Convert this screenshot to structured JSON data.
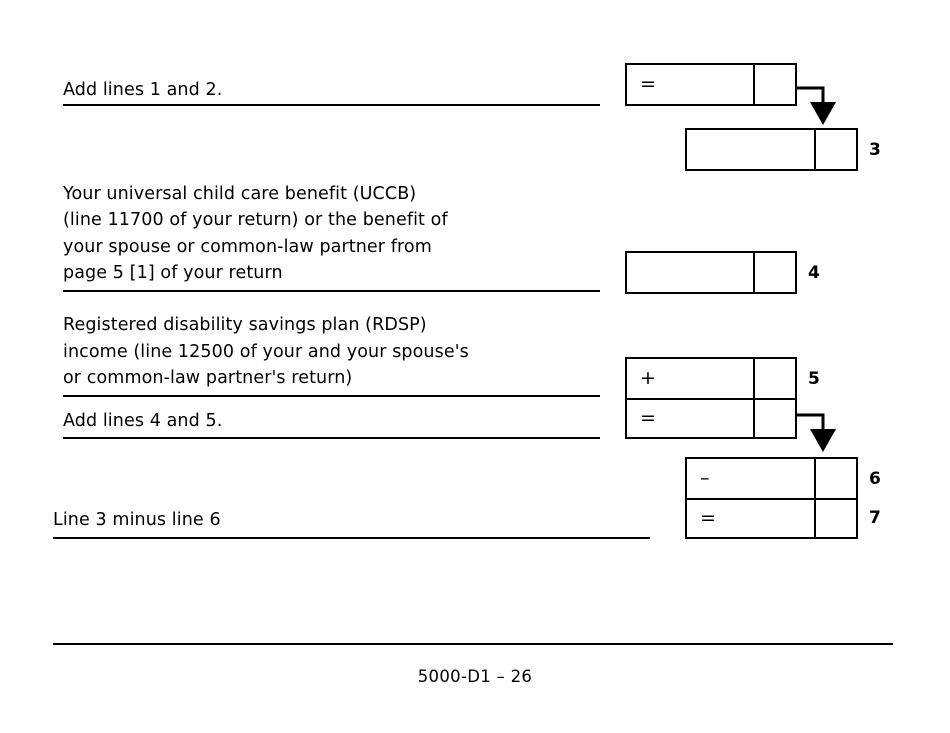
{
  "page": {
    "form_footer": "5000-D1 – 26"
  },
  "rows": {
    "add_lines_1_2": {
      "text": "Add lines 1 and 2."
    },
    "uccb": {
      "line1": "Your universal child care benefit (UCCB)",
      "line2": "(line 11700 of your return) or the benefit of",
      "line3": "your spouse or common-law partner from",
      "line4": "page 5 [1] of your return"
    },
    "rdsp": {
      "line1": "Registered disability savings plan (RDSP)",
      "line2": "income (line 12500 of your and your spouse's",
      "line3": "or common-law partner's return)"
    },
    "add_lines_4_5": {
      "text": "Add lines 4 and 5."
    },
    "line3_minus_line6": {
      "text": "Line 3 minus line 6"
    }
  },
  "boxes": {
    "sum_1_2": {
      "operator": "=",
      "dollars_value": "",
      "cents_value": ""
    },
    "line3": {
      "operator": "",
      "dollars_value": "",
      "cents_value": "",
      "number": "3"
    },
    "line4": {
      "operator": "",
      "dollars_value": "",
      "cents_value": "",
      "number": "4"
    },
    "line5": {
      "operator": "+",
      "dollars_value": "",
      "cents_value": "",
      "number": "5"
    },
    "sum_4_5": {
      "operator": "=",
      "dollars_value": "",
      "cents_value": ""
    },
    "line6": {
      "operator": "–",
      "dollars_value": "",
      "cents_value": "",
      "number": "6"
    },
    "line7": {
      "operator": "=",
      "dollars_value": "",
      "cents_value": "",
      "number": "7"
    }
  },
  "colors": {
    "ink": "#000000",
    "paper": "#ffffff"
  }
}
